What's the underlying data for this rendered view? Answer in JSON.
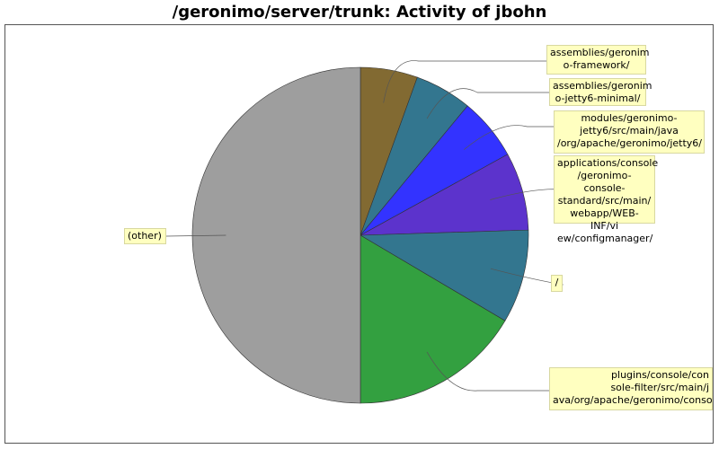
{
  "chart_data": {
    "type": "pie",
    "title": "/geronimo/server/trunk: Activity of jbohn",
    "slices": [
      {
        "label": "assemblies/geronimo-framework/",
        "display": "assemblies/geronim\no-framework/",
        "value": 5.5,
        "color": "#826a32"
      },
      {
        "label": "assemblies/geronimo-jetty6-minimal/",
        "display": "assemblies/geronim\no-jetty6-minimal/",
        "value": 5.5,
        "color": "#33768f"
      },
      {
        "label": "modules/geronimo-jetty6/src/main/java/org/apache/geronimo/jetty6/",
        "display": "modules/geronimo-\njetty6/src/main/java\n/org/apache/geronimo/jetty6/",
        "value": 6.0,
        "color": "#3333ff"
      },
      {
        "label": "applications/console/geronimo-console-standard/src/main/webapp/WEB-INF/view/configmanager/",
        "display": "applications/console\n/geronimo-console-\nstandard/src/main/\nwebapp/WEB-INF/vi\new/configmanager/",
        "value": 7.5,
        "color": "#5c33cc"
      },
      {
        "label": "/",
        "display": "/",
        "value": 9.0,
        "color": "#33768f"
      },
      {
        "label": "plugins/console/console-filter/src/main/java/org/apache/geronimo/console",
        "display": "plugins/console/con\nsole-filter/src/main/j\nava/org/apache/geronimo/console",
        "value": 16.5,
        "color": "#33a040"
      },
      {
        "label": "(other)",
        "display": "(other)",
        "value": 50.0,
        "color": "#9e9e9e"
      }
    ]
  }
}
